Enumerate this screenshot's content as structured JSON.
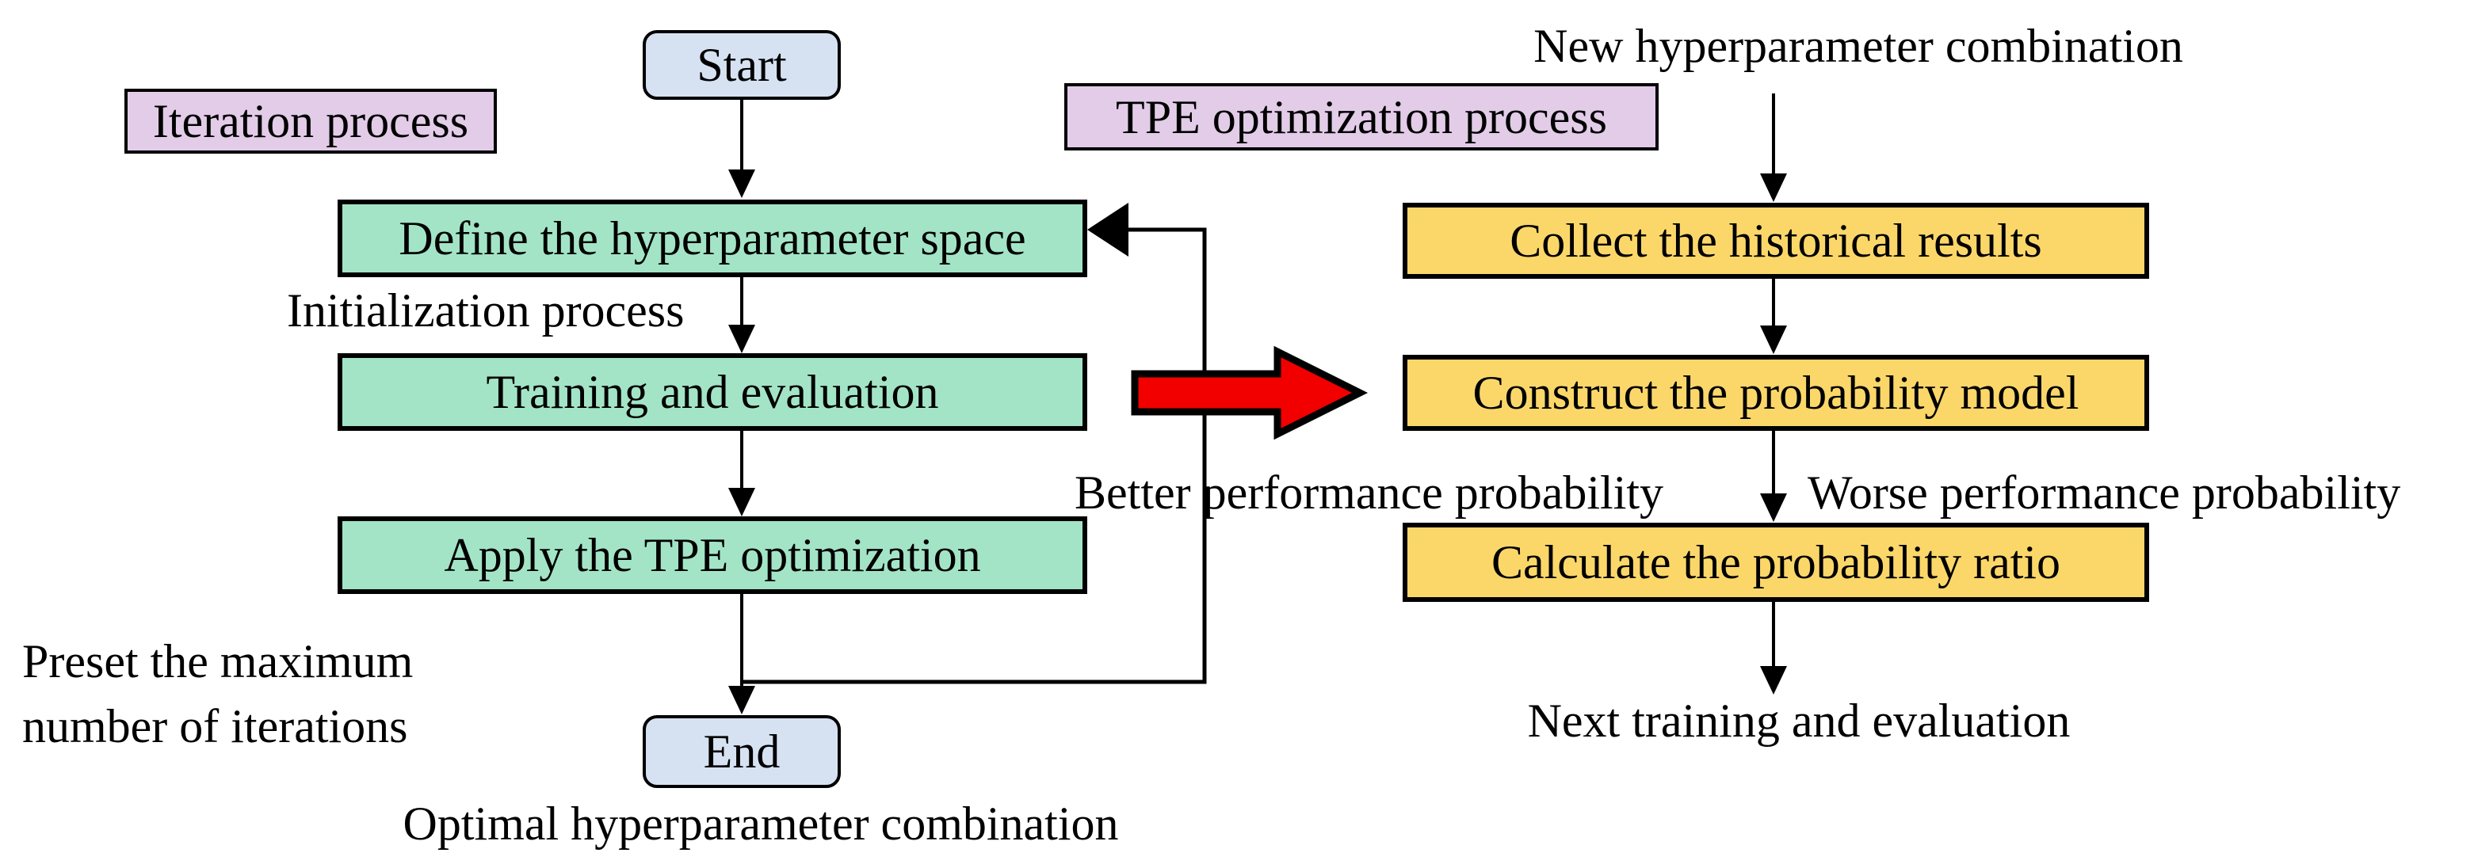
{
  "colors": {
    "process_green": "#A3E4C7",
    "label_purple": "#E2CCE8",
    "terminal_blue": "#D6E2F2",
    "result_yellow": "#FBD76A",
    "arrow_red": "#F20000",
    "line_black": "#000000"
  },
  "left_flow": {
    "label": "Iteration process",
    "start": "Start",
    "steps": [
      "Define the hyperparameter space",
      "Training and evaluation",
      "Apply the TPE optimization"
    ],
    "end": "End",
    "annotations": {
      "initialization": "Initialization process",
      "preset_line1": "Preset the maximum",
      "preset_line2": "number of iterations",
      "optimal": "Optimal hyperparameter combination"
    }
  },
  "right_flow": {
    "label": "TPE optimization process",
    "input": "New hyperparameter combination",
    "steps": [
      "Collect the historical results",
      "Construct the probability model",
      "Calculate the probability ratio"
    ],
    "output": "Next training and evaluation",
    "annotations": {
      "better": "Better performance probability",
      "worse": "Worse performance probability"
    }
  }
}
